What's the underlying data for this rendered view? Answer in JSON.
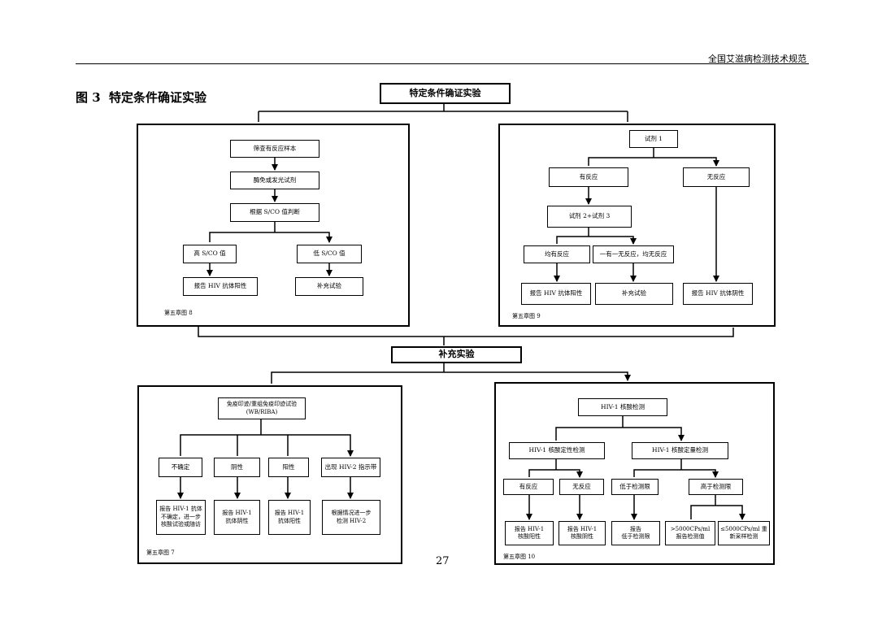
{
  "header": {
    "running_title": "全国艾滋病检测技术规范"
  },
  "figure": {
    "number": "图 3",
    "title": "特定条件确证实验",
    "top_node": "特定条件确证实验",
    "middle_node": "补充实验",
    "page_number": "27"
  },
  "panel_a": {
    "caption": "第五章图 8",
    "nodes": {
      "screen": "筛查有反应样本",
      "elisa": "酶免或发光试剂",
      "judge": "根据 S/CO 值判断",
      "high": "高 S/CO 值",
      "low": "低 S/CO 值",
      "report_pos": "报告 HIV 抗体阳性",
      "supplement": "补充试验"
    }
  },
  "panel_b": {
    "caption": "第五章图 9",
    "nodes": {
      "reagent1": "试剂 1",
      "reactive": "有反应",
      "nonreactive": "无反应",
      "reagent23": "试剂 2+试剂 3",
      "both_reactive": "均有反应",
      "mixed": "一有一无反应，均无反应",
      "report_pos": "报告 HIV 抗体阳性",
      "supplement": "补充试验",
      "report_neg": "报告 HIV 抗体阴性"
    }
  },
  "panel_c": {
    "caption": "第五章图 7",
    "nodes": {
      "wb": "免疫印迹/重组免疫印迹试验\n(WB/RIBA)",
      "indeterminate": "不确定",
      "negative": "阴性",
      "positive": "阳性",
      "hiv2": "出现 HIV-2 指示带",
      "r_indet": "报告 HIV-1 抗体\n不确定，进一步\n核酸试验或随访",
      "r_neg": "报告 HIV-1\n抗体阴性",
      "r_pos": "报告 HIV-1\n抗体阳性",
      "r_hiv2": "根据情况进一步\n检测 HIV-2"
    }
  },
  "panel_d": {
    "caption": "第五章图 10",
    "nodes": {
      "nat": "HIV-1 核酸检测",
      "qual": "HIV-1 核酸定性检测",
      "quant": "HIV-1 核酸定量检测",
      "reactive": "有反应",
      "nonreactive": "无反应",
      "below": "低于检测限",
      "above": "高于检测限",
      "r_pos": "报告 HIV-1\n核酸阳性",
      "r_neg": "报告 HIV-1\n核酸阴性",
      "r_below": "报告\n低于检测限",
      "r_gt": ">5000CPs/ml\n报告检测值",
      "r_le": "≤5000CPs/ml 重\n新采样检测"
    }
  }
}
